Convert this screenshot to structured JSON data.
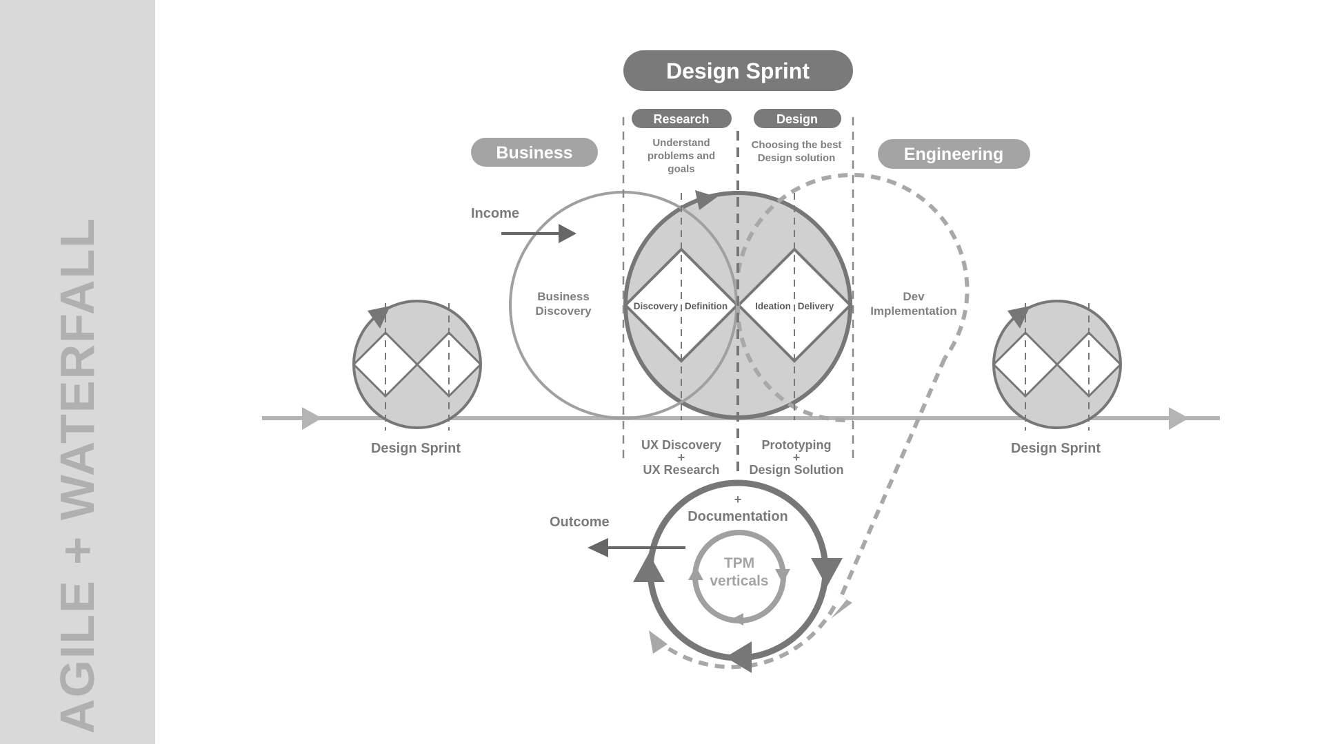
{
  "sidebar": {
    "title": "AGILE + WATERFALL"
  },
  "header": {
    "title": "Design Sprint"
  },
  "phases": {
    "research": {
      "label": "Research",
      "description": [
        "Understand",
        "problems and",
        "goals"
      ]
    },
    "design": {
      "label": "Design",
      "description": [
        "Choosing the best",
        "Design solution"
      ]
    }
  },
  "side_labels": {
    "business": "Business",
    "engineering": "Engineering"
  },
  "flows": {
    "income": "Income",
    "outcome": "Outcome"
  },
  "circles": {
    "business_discovery": [
      "Business",
      "Discovery"
    ],
    "dev_implementation": [
      "Dev",
      "Implementation"
    ]
  },
  "diamonds": [
    "Discovery",
    "Definition",
    "Ideation",
    "Delivery"
  ],
  "deliverables": {
    "research": [
      "UX Discovery",
      "+",
      "UX Research"
    ],
    "design": [
      "Prototyping",
      "+",
      "Design Solution"
    ],
    "extra": [
      "+",
      "Documentation"
    ]
  },
  "cycle": {
    "inner": [
      "TPM",
      "verticals"
    ]
  },
  "sprints": {
    "left": "Design Sprint",
    "right": "Design Sprint"
  },
  "colors": {
    "sidebar_bg": "#d9d9d9",
    "sidebar_text": "#b0b0b0",
    "dark_gray": "#777777",
    "mid_gray": "#a0a0a0",
    "light_fill": "#d0d0d0",
    "axis": "#b4b4b4",
    "text_gray": "#7a7a7a"
  }
}
